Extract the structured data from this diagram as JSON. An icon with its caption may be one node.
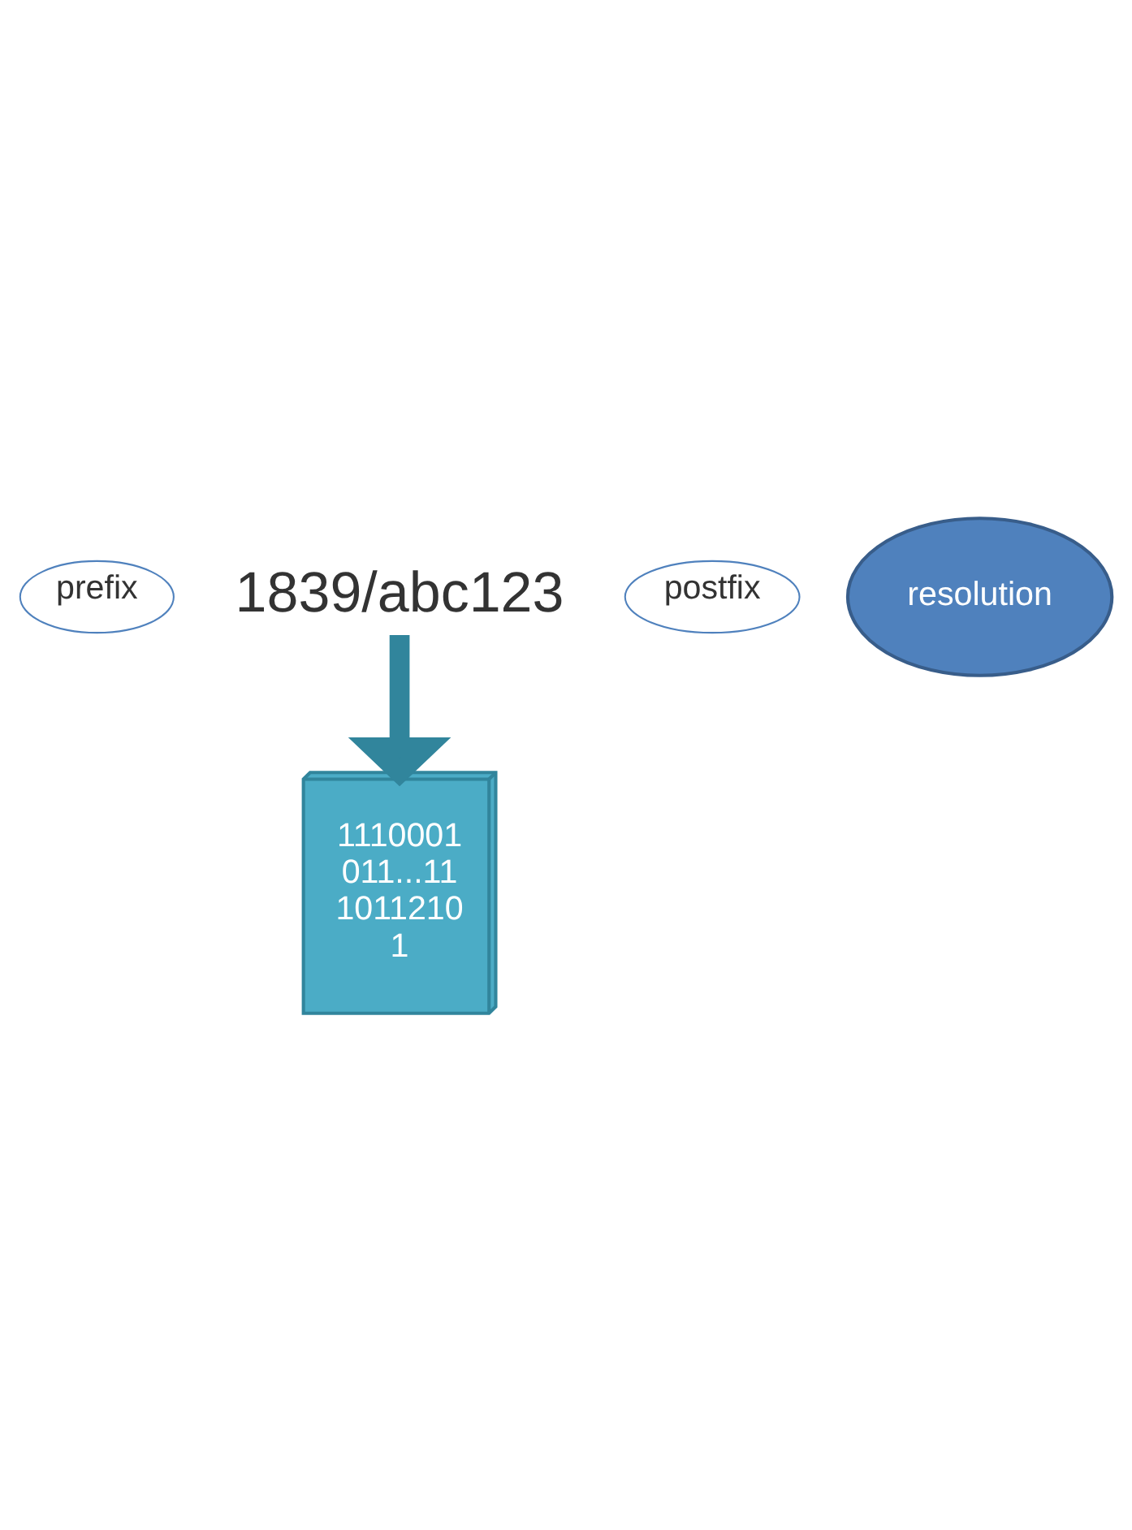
{
  "diagram": {
    "nodes": [
      {
        "text": [
          "prefix"
        ]
      },
      {
        "text": [
          "postfix"
        ]
      },
      {
        "text": [
          "1839/abc123"
        ]
      },
      {
        "text": [
          "resolution"
        ]
      },
      {
        "text": [
          "1110001 011...11 1011210 1"
        ]
      }
    ],
    "edges": [
      {
        "from": 2,
        "to": 4,
        "arrow": "to"
      }
    ]
  }
}
